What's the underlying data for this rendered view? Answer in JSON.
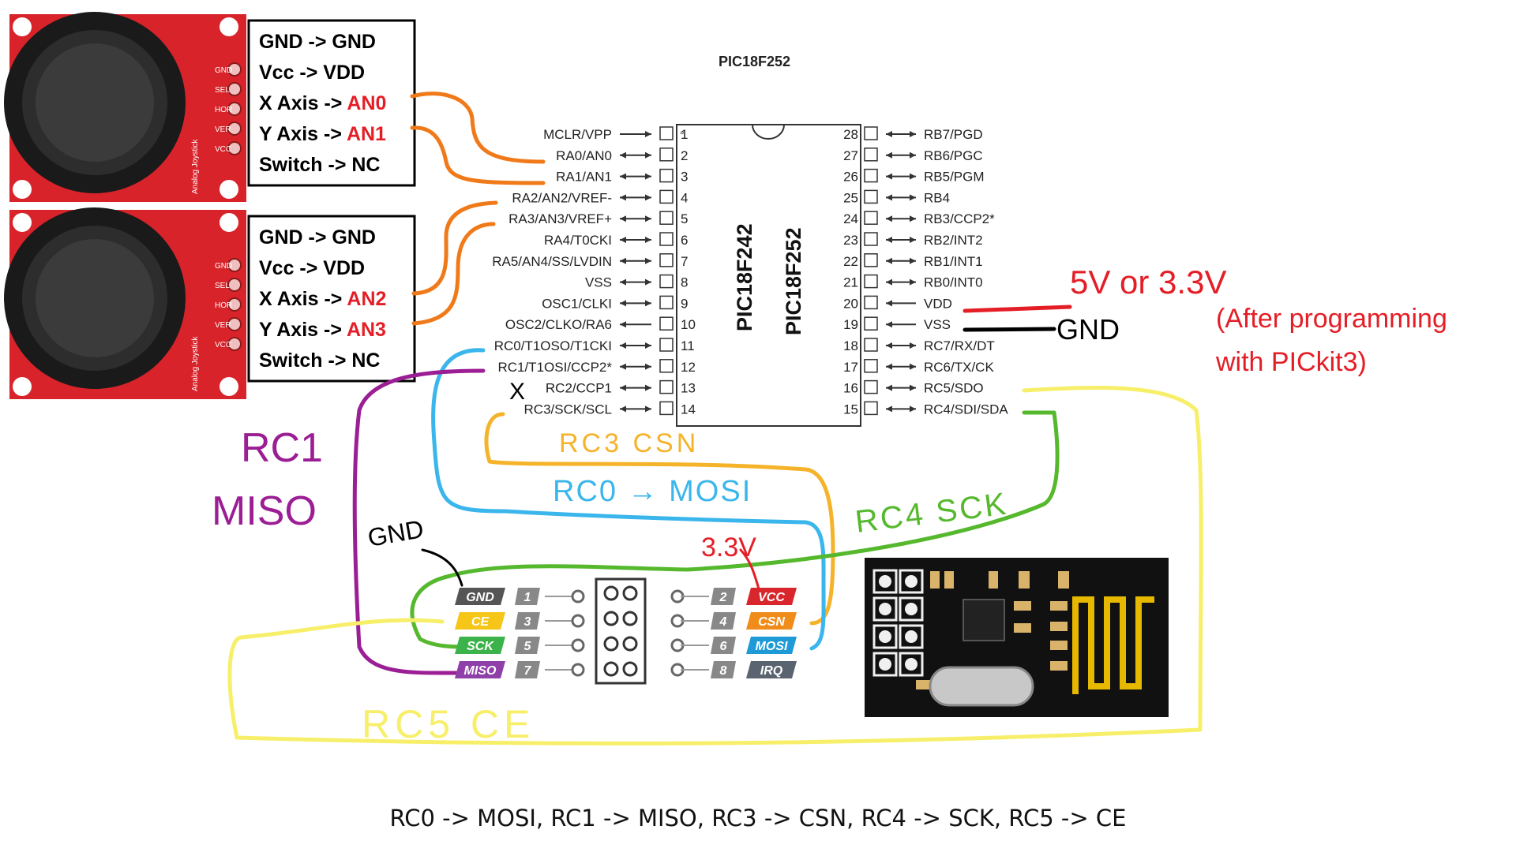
{
  "joystick1": {
    "labels": [
      {
        "left": "GND -> GND",
        "right": ""
      },
      {
        "left": "Vcc -> VDD",
        "right": ""
      },
      {
        "left": "X Axis -> ",
        "right": "AN0"
      },
      {
        "left": "Y Axis -> ",
        "right": "AN1"
      },
      {
        "left": "Switch -> NC",
        "right": ""
      }
    ],
    "pins": [
      "GND",
      "SEL",
      "HOR",
      "VER",
      "VCC"
    ],
    "board_text": "Analog Joystick"
  },
  "joystick2": {
    "labels": [
      {
        "left": "GND -> GND",
        "right": ""
      },
      {
        "left": "Vcc -> VDD",
        "right": ""
      },
      {
        "left": "X Axis -> ",
        "right": "AN2"
      },
      {
        "left": "Y Axis -> ",
        "right": "AN3"
      },
      {
        "left": "Switch -> NC",
        "right": ""
      }
    ],
    "pins": [
      "GND",
      "SEL",
      "HOR",
      "VER",
      "VCC"
    ],
    "board_text": "Analog Joystick"
  },
  "chip": {
    "title": "PIC18F252",
    "body_labels": [
      "PIC18F242",
      "PIC18F252"
    ],
    "left_pins": [
      {
        "num": "1",
        "name": "MCLR/VPP"
      },
      {
        "num": "2",
        "name": "RA0/AN0"
      },
      {
        "num": "3",
        "name": "RA1/AN1"
      },
      {
        "num": "4",
        "name": "RA2/AN2/VREF-"
      },
      {
        "num": "5",
        "name": "RA3/AN3/VREF+"
      },
      {
        "num": "6",
        "name": "RA4/T0CKI"
      },
      {
        "num": "7",
        "name": "RA5/AN4/SS/LVDIN"
      },
      {
        "num": "8",
        "name": "VSS"
      },
      {
        "num": "9",
        "name": "OSC1/CLKI"
      },
      {
        "num": "10",
        "name": "OSC2/CLKO/RA6"
      },
      {
        "num": "11",
        "name": "RC0/T1OSO/T1CKI"
      },
      {
        "num": "12",
        "name": "RC1/T1OSI/CCP2*"
      },
      {
        "num": "13",
        "name": "RC2/CCP1"
      },
      {
        "num": "14",
        "name": "RC3/SCK/SCL"
      }
    ],
    "right_pins": [
      {
        "num": "28",
        "name": "RB7/PGD"
      },
      {
        "num": "27",
        "name": "RB6/PGC"
      },
      {
        "num": "26",
        "name": "RB5/PGM"
      },
      {
        "num": "25",
        "name": "RB4"
      },
      {
        "num": "24",
        "name": "RB3/CCP2*"
      },
      {
        "num": "23",
        "name": "RB2/INT2"
      },
      {
        "num": "22",
        "name": "RB1/INT1"
      },
      {
        "num": "21",
        "name": "RB0/INT0"
      },
      {
        "num": "20",
        "name": "VDD"
      },
      {
        "num": "19",
        "name": "VSS"
      },
      {
        "num": "18",
        "name": "RC7/RX/DT"
      },
      {
        "num": "17",
        "name": "RC6/TX/CK"
      },
      {
        "num": "16",
        "name": "RC5/SDO"
      },
      {
        "num": "15",
        "name": "RC4/SDI/SDA"
      }
    ]
  },
  "annotations": {
    "power": "5V or 3.3V",
    "power_note_line1": "(After programming",
    "power_note_line2": "with PICkit3)",
    "gnd_right": "GND",
    "rc3": "RC3 CSN",
    "rc0": "RC0 → MOSI",
    "rc4": "RC4 SCK",
    "rc1": "RC1",
    "miso": "MISO",
    "gnd_module": "GND",
    "v33": "3.3V",
    "rc5": "RC5 CE",
    "nc_mark": "X"
  },
  "nrf_pinout": {
    "left": [
      {
        "label": "GND",
        "num": "1",
        "color": "#555555"
      },
      {
        "label": "CE",
        "num": "3",
        "color": "#f5c518"
      },
      {
        "label": "SCK",
        "num": "5",
        "color": "#3cb34a"
      },
      {
        "label": "MISO",
        "num": "7",
        "color": "#8e3fa8"
      }
    ],
    "right": [
      {
        "label": "VCC",
        "num": "2",
        "color": "#d8262c"
      },
      {
        "label": "CSN",
        "num": "4",
        "color": "#f08c1a"
      },
      {
        "label": "MOSI",
        "num": "6",
        "color": "#1e9ad6"
      },
      {
        "label": "IRQ",
        "num": "8",
        "color": "#5a6470"
      }
    ]
  },
  "caption": "RC0 -> MOSI, RC1 -> MISO, RC3 -> CSN, RC4 -> SCK, RC5 -> CE",
  "colors": {
    "orange": "#f07a1a",
    "red": "#e41e26",
    "yellow_wire": "#f7ef6a",
    "light_blue": "#3ab6ec",
    "purple": "#9b1e94",
    "green": "#55b82d",
    "gold": "#f5b32a",
    "board_red": "#d8232a"
  }
}
